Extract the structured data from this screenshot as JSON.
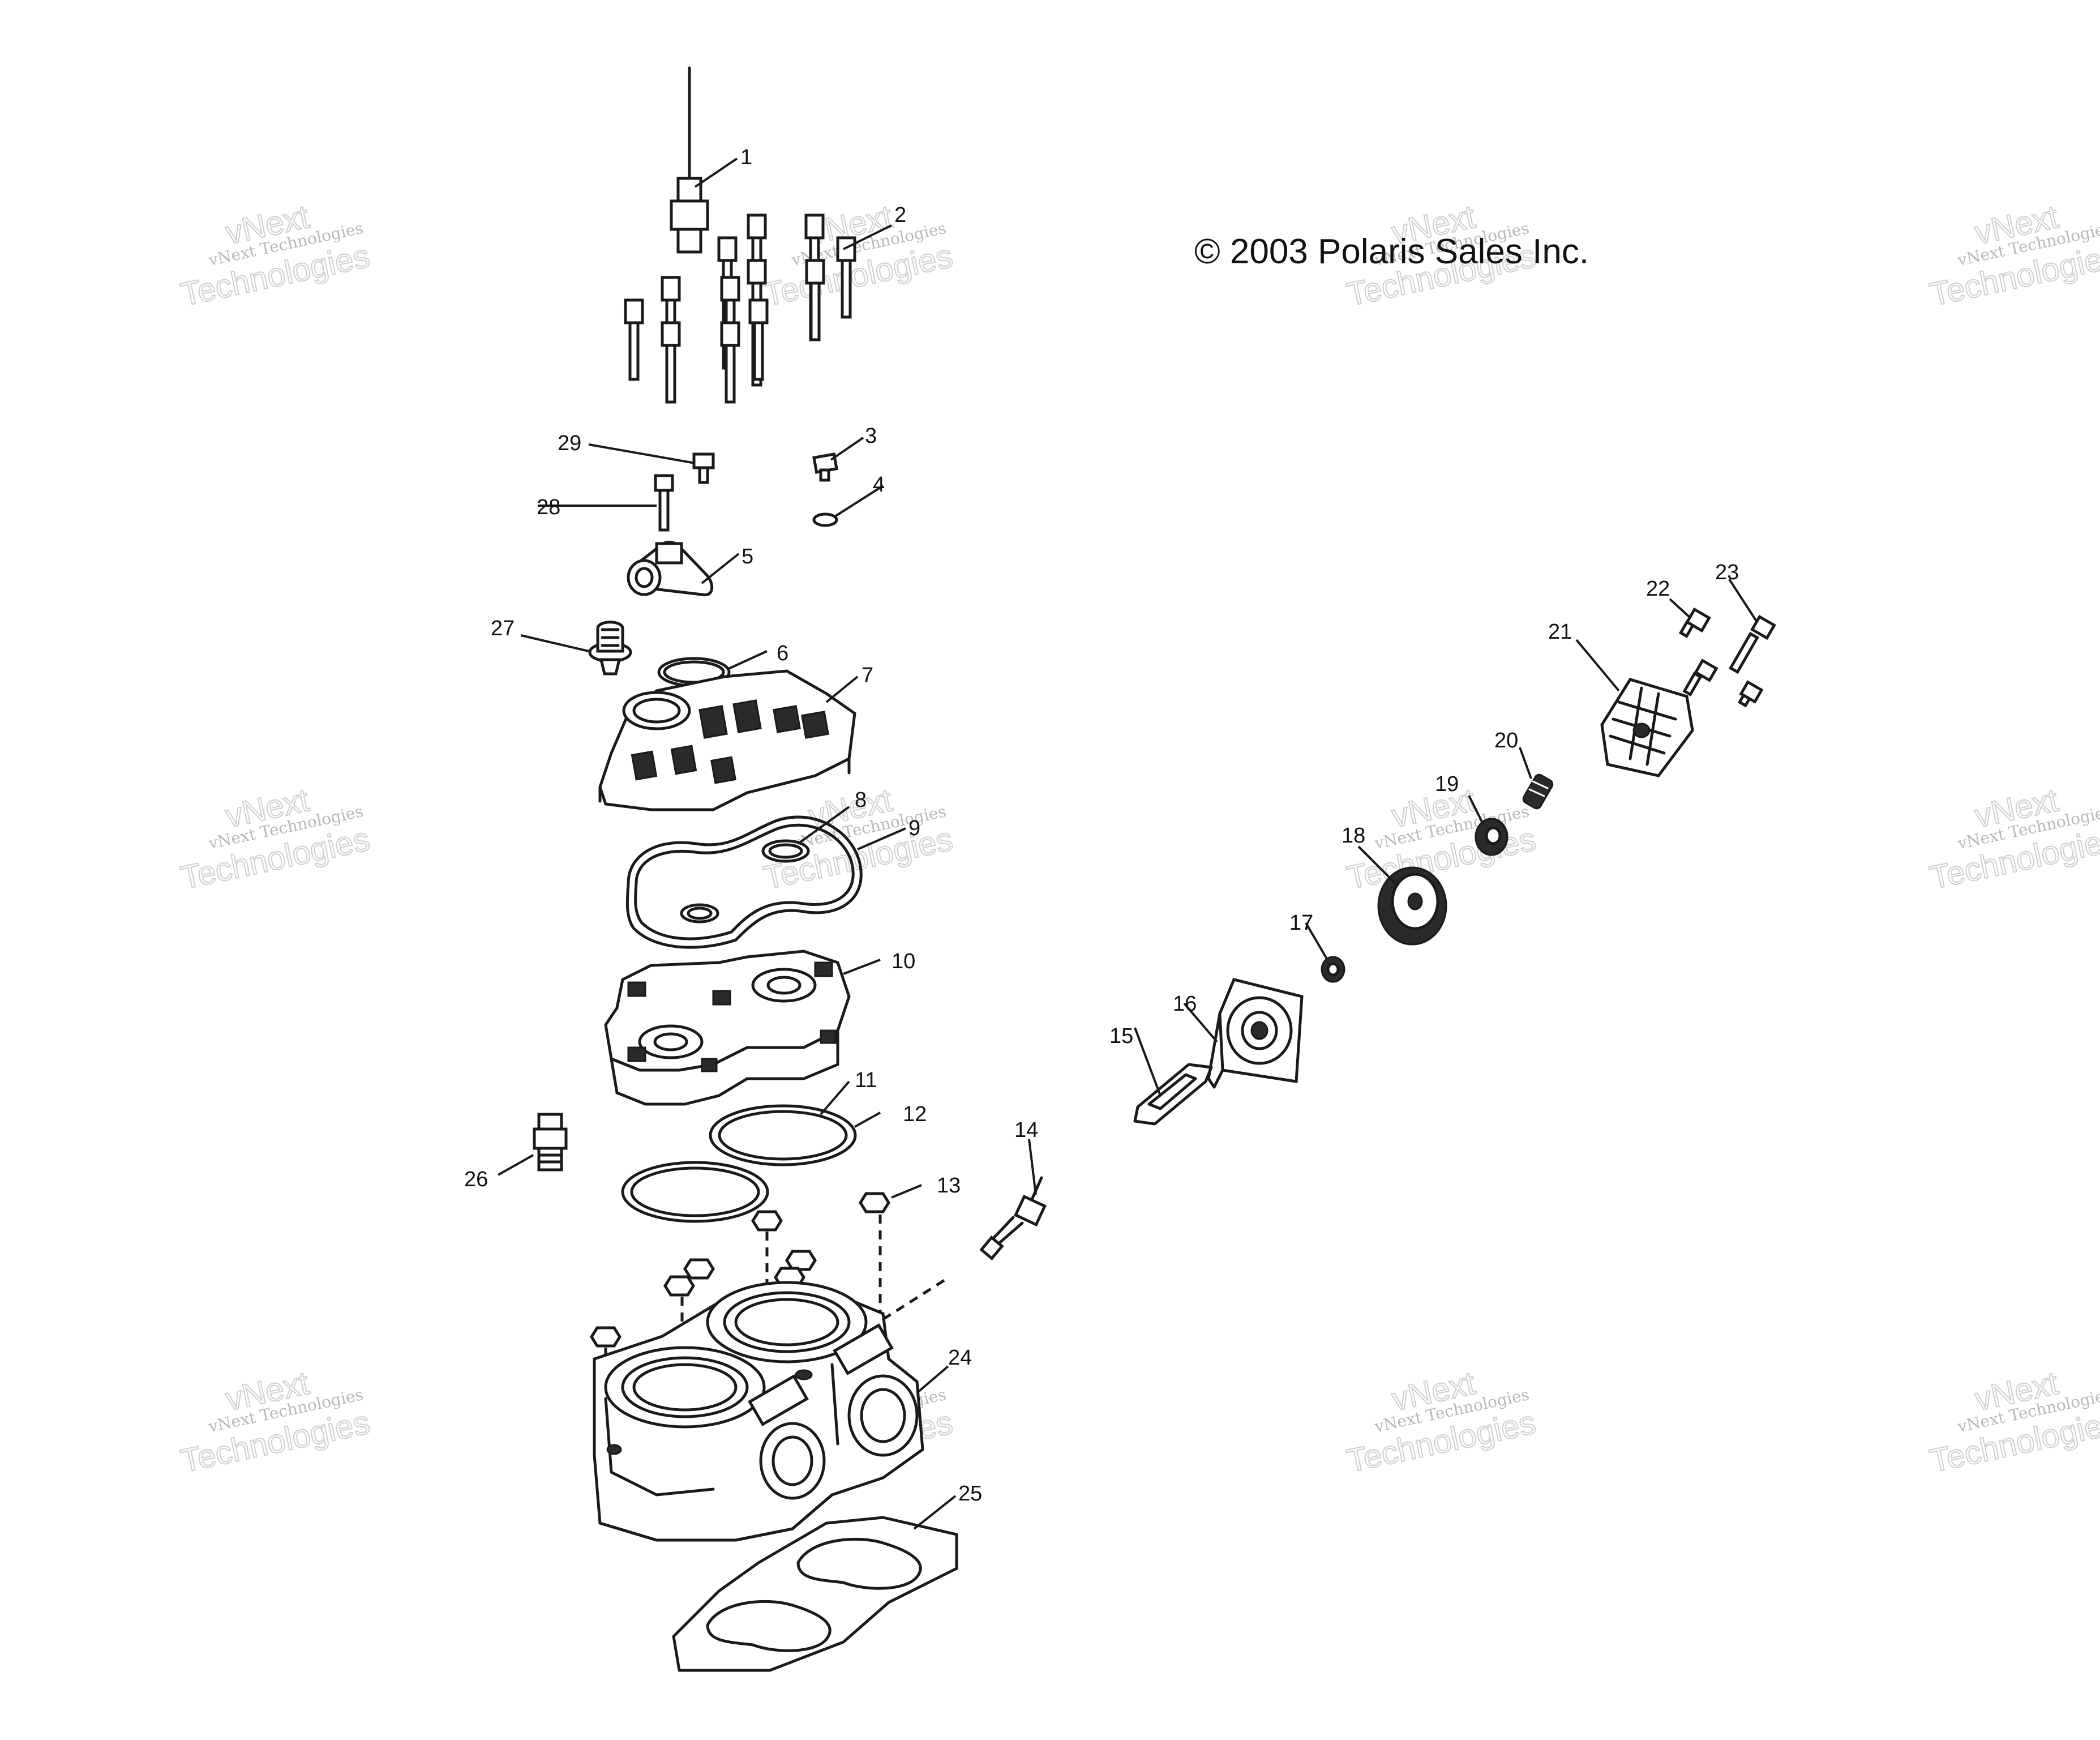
{
  "copyright": "© 2003 Polaris Sales Inc.",
  "watermark": {
    "line1": "vNext Technologies",
    "line2": "vNext",
    "line3": "Technologies"
  },
  "callouts": [
    "1",
    "2",
    "3",
    "4",
    "5",
    "6",
    "7",
    "8",
    "9",
    "10",
    "11",
    "12",
    "13",
    "14",
    "15",
    "16",
    "17",
    "18",
    "19",
    "20",
    "21",
    "22",
    "23",
    "24",
    "25",
    "26",
    "27",
    "28",
    "29"
  ]
}
